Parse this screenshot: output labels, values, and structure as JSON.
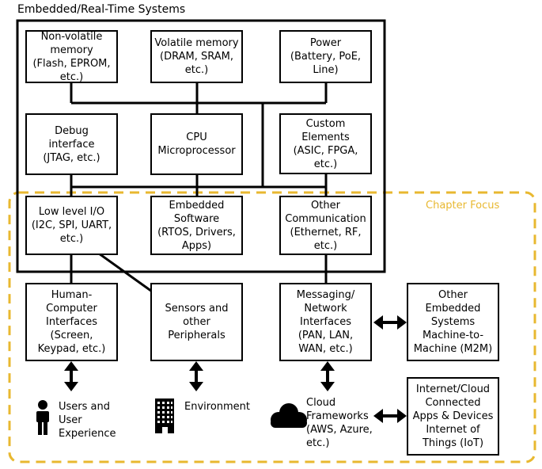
{
  "title": "Embedded/Real-Time Systems",
  "chapter_focus": "Chapter Focus",
  "colors": {
    "line": "#000000",
    "focus_dash": "#e8b830",
    "background": "#ffffff"
  },
  "blocks": {
    "nonvolatile": "Non-volatile\nmemory\n(Flash, EPROM,\netc.)",
    "volatile": "Volatile memory\n(DRAM, SRAM,\netc.)",
    "power": "Power\n(Battery, PoE,\nLine)",
    "debug": "Debug\ninterface\n(JTAG, etc.)",
    "cpu": "CPU\nMicroprocessor",
    "custom": "Custom\nElements\n(ASIC, FPGA,\netc.)",
    "lowio": "Low level I/O\n(I2C, SPI, UART,\netc.)",
    "software": "Embedded\nSoftware\n(RTOS, Drivers,\nApps)",
    "othercomm": "Other\nCommunication\n(Ethernet, RF,\netc.)",
    "hci": "Human-\nComputer\nInterfaces\n(Screen,\nKeypad, etc.)",
    "sensors": "Sensors and\nother\nPeripherals",
    "messaging": "Messaging/\nNetwork\nInterfaces\n(PAN, LAN,\nWAN, etc.)",
    "otherembedded": "Other\nEmbedded\nSystems\nMachine-to-\nMachine (M2M)",
    "iot": "Internet/Cloud\nConnected\nApps & Devices\nInternet of\nThings (IoT)"
  },
  "endpoints": {
    "users": "Users and\nUser\nExperience",
    "environment": "Environment",
    "cloud": "Cloud\nFrameworks\n(AWS, Azure,\netc.)"
  },
  "icons": {
    "users": "person-icon",
    "environment": "building-icon",
    "cloud": "cloud-icon"
  }
}
